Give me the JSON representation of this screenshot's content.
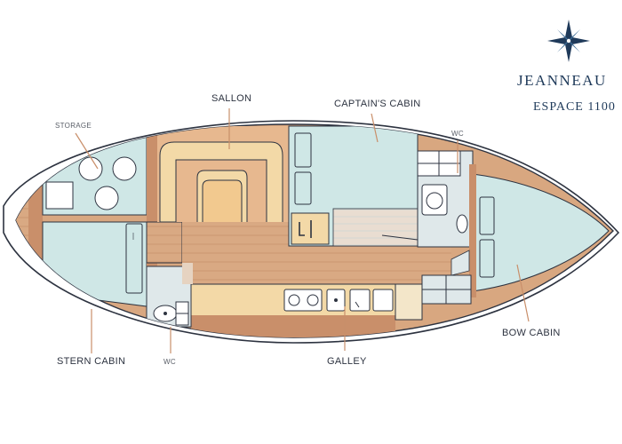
{
  "brand": {
    "name": "JEANNEAU",
    "model": "ESPACE 1100"
  },
  "labels": {
    "storage": "STORAGE",
    "sallon": "SALLON",
    "captains_cabin": "CAPTAIN'S CABIN",
    "wc_forward": "WC",
    "bow_cabin": "BOW CABIN",
    "stern_cabin": "STERN CABIN",
    "wc_aft": "WC",
    "galley": "GALLEY"
  },
  "colors": {
    "hull_outline": "#2d3340",
    "cabin_floor": "#cfe7e6",
    "seating": "#f3d9a7",
    "teak": "#d8a780",
    "wood_trim": "#c98f6a",
    "background": "#ffffff"
  }
}
